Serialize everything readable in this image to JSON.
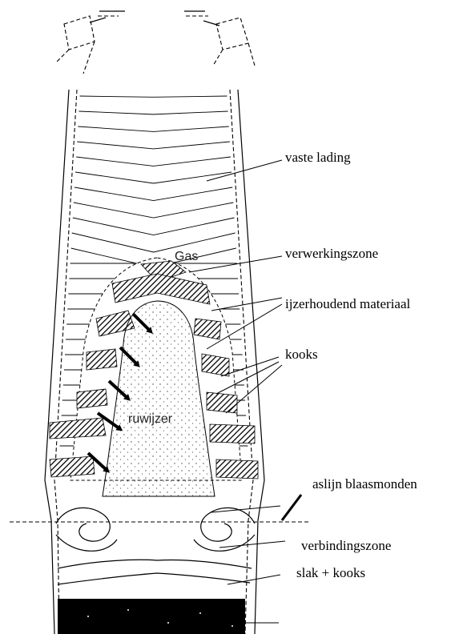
{
  "labels": {
    "vaste_lading": "vaste lading",
    "verwerkingszone": "verwerkingszone",
    "ijzerhoudend_materiaal": "ijzerhoudend materiaal",
    "kooks": "kooks",
    "aslijn_blaasmonden": "aslijn blaasmonden",
    "verbindingszone": "verbindingszone",
    "slak_kooks": "slak + kooks"
  },
  "inner_labels": {
    "gas": "Gas",
    "ruwijzer": "ruwijzer"
  }
}
